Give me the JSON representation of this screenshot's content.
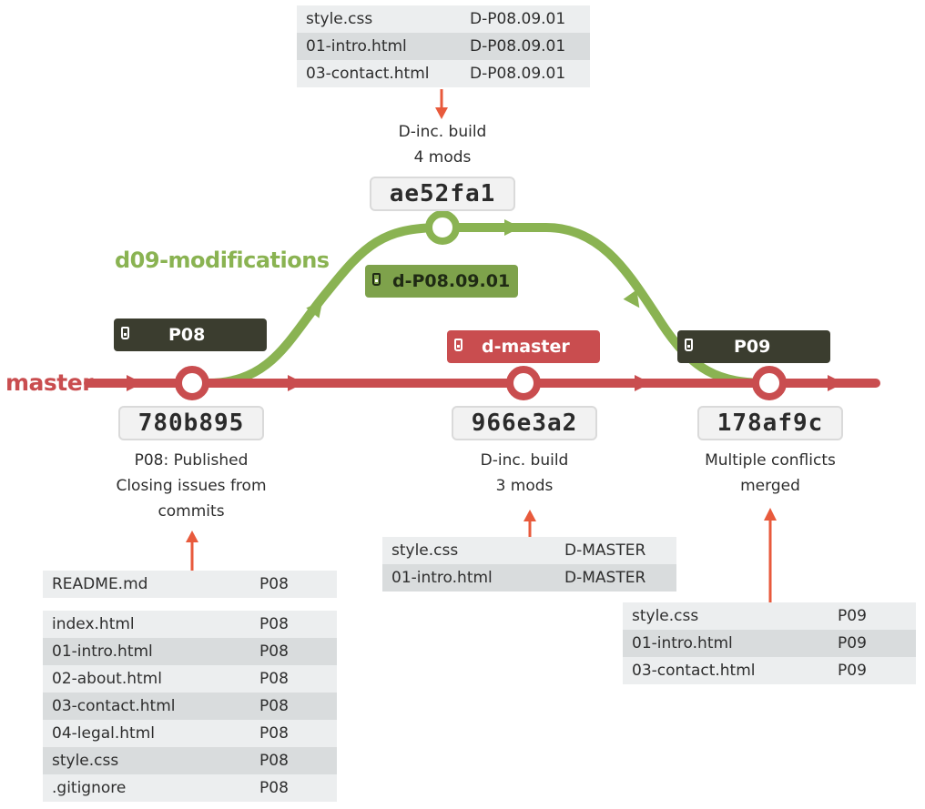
{
  "colors": {
    "master": "#c94d4f",
    "d09": "#8ab352",
    "tag_dark": "#3b3d2f",
    "tag_green": "#7ea24b",
    "tag_red": "#c94d4f",
    "arrow": "#e85a3c"
  },
  "branches": {
    "master": "master",
    "d09": "d09-modifications"
  },
  "tags": {
    "p08": "P08",
    "dp080901": "d-P08.09.01",
    "dmaster": "d-master",
    "p09": "P09",
    "icon": "tag-icon"
  },
  "commits": {
    "c780": {
      "hash": "780b895",
      "caption": [
        "P08: Published",
        "Closing issues from",
        "commits"
      ]
    },
    "cae5": {
      "hash": "ae52fa1",
      "caption": [
        "D-inc. build",
        "4 mods"
      ]
    },
    "c966": {
      "hash": "966e3a2",
      "caption": [
        "D-inc. build",
        "3 mods"
      ]
    },
    "c178": {
      "hash": "178af9c",
      "caption": [
        "Multiple conflicts",
        "merged"
      ]
    }
  },
  "tables": {
    "top": [
      {
        "file": "style.css",
        "tag": "D-P08.09.01"
      },
      {
        "file": "01-intro.html",
        "tag": "D-P08.09.01"
      },
      {
        "file": "03-contact.html",
        "tag": "D-P08.09.01"
      }
    ],
    "p08_readme": [
      {
        "file": "README.md",
        "tag": "P08"
      }
    ],
    "p08_files": [
      {
        "file": "index.html",
        "tag": "P08"
      },
      {
        "file": "01-intro.html",
        "tag": "P08"
      },
      {
        "file": "02-about.html",
        "tag": "P08"
      },
      {
        "file": "03-contact.html",
        "tag": "P08"
      },
      {
        "file": "04-legal.html",
        "tag": "P08"
      },
      {
        "file": "style.css",
        "tag": "P08"
      },
      {
        "file": ".gitignore",
        "tag": "P08"
      }
    ],
    "dmaster": [
      {
        "file": "style.css",
        "tag": "D-MASTER"
      },
      {
        "file": "01-intro.html",
        "tag": "D-MASTER"
      }
    ],
    "p09": [
      {
        "file": "style.css",
        "tag": "P09"
      },
      {
        "file": "01-intro.html",
        "tag": "P09"
      },
      {
        "file": "03-contact.html",
        "tag": "P09"
      }
    ]
  }
}
